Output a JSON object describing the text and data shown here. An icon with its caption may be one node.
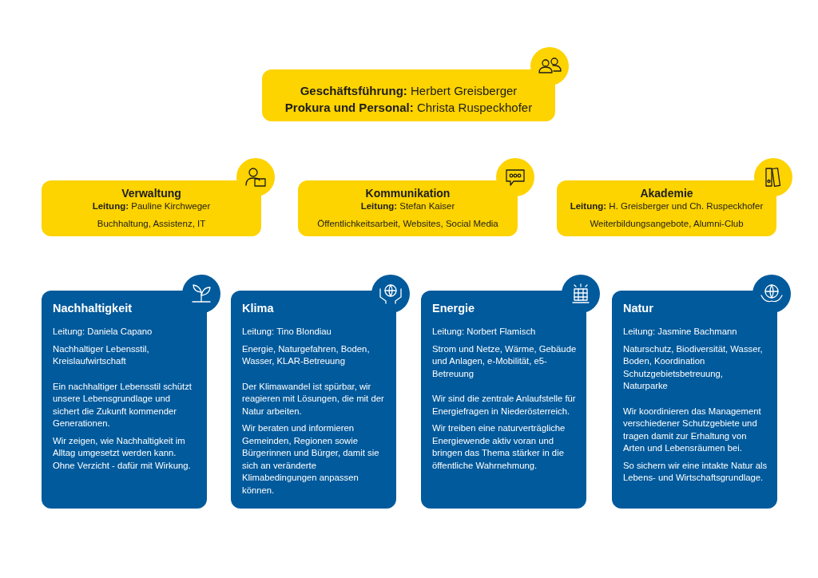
{
  "diagram": {
    "nodes": [
      {
        "text": [
          "**Geschäftsführung:** Herbert Greisberger",
          "**Prokura und Personal:** Christa Ruspeckhofer"
        ]
      },
      {
        "text": [
          "Verwaltung",
          "**Leitung:** Pauline Kirchweger",
          "Buchhaltung, Assistenz, IT"
        ]
      },
      {
        "text": [
          "Kommunikation",
          "**Leitung:** Stefan Kaiser",
          "Öffentlichkeitsarbeit, Websites, Social Media"
        ]
      },
      {
        "text": [
          "Akademie",
          "**Leitung:** H. Greisberger und Ch. Ruspeckhofer",
          "Weiterbildungsangebote, Alumni-Club"
        ]
      },
      {
        "text": [
          "Nachhaltigkeit",
          "Leitung: Daniela Capano",
          "Nachhaltiger Lebensstil, Kreislaufwirtschaft",
          "Ein nachhaltiger Lebensstil schützt unsere Lebensgrundlage und sichert die Zukunft kommender Generationen.",
          "Wir zeigen, wie Nachhaltigkeit im Alltag umgesetzt werden kann. Ohne Verzicht - dafür mit Wirkung."
        ]
      },
      {
        "text": [
          "Klima",
          "Leitung: Tino Blondiau",
          "Energie, Naturgefahren, Boden, Wasser, KLAR-Betreuung",
          "Der Klimawandel ist spürbar, wir reagieren mit Lösungen, die mit der Natur arbeiten.",
          "Wir beraten und informieren Gemeinden, Regionen sowie Bürgerinnen und Bürger, damit sie sich an veränderte Klimabedingungen anpassen können."
        ]
      },
      {
        "text": [
          "Energie",
          "Leitung: Norbert Flamisch",
          "Strom und Netze, Wärme, Gebäude und Anlagen, e-Mobilität, e5-Betreuung",
          "Wir sind die zentrale Anlaufstelle für Energiefragen in Niederösterreich.",
          "Wir treiben eine naturverträgliche Energiewende aktiv voran und bringen das Thema stärker in die öffentliche Wahrnehmung."
        ]
      },
      {
        "text": [
          "Natur",
          "Leitung: Jasmine Bachmann",
          "Naturschutz, Biodiversität, Wasser, Boden, Koordination Schutzgebietsbetreuung, Naturparke",
          "Wir koordinieren das Management verschiedener Schutzgebiete und tragen damit zur Erhaltung von Arten und Lebensräumen bei.",
          "So sichern wir eine intakte Natur als Lebens- und Wirtschaftsgrundlage."
        ]
      }
    ],
    "edges": []
  }
}
